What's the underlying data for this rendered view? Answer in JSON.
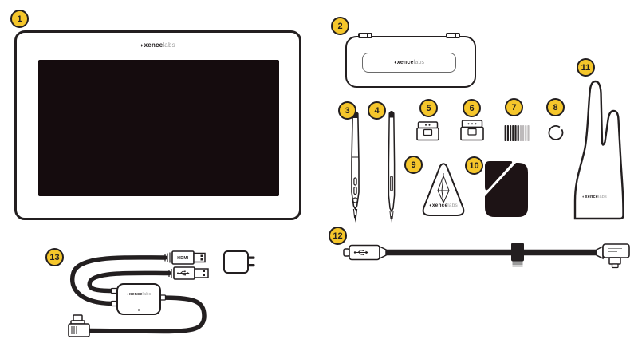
{
  "colors": {
    "bg": "#ffffff",
    "line": "#231F20",
    "badge_fill": "#F5C62B",
    "screen": "#150C0E",
    "cloth": "#1D1315",
    "logo_light": "#9B9B9B",
    "nib_light": "#BDBABB"
  },
  "brand": {
    "icon_glyph": "♦",
    "bold": "xence",
    "light": "labs"
  },
  "badges": {
    "numbers": [
      "1",
      "2",
      "3",
      "4",
      "5",
      "6",
      "7",
      "8",
      "9",
      "10",
      "11",
      "12",
      "13"
    ]
  },
  "connectors": {
    "hdmi_label": "HDMI"
  }
}
